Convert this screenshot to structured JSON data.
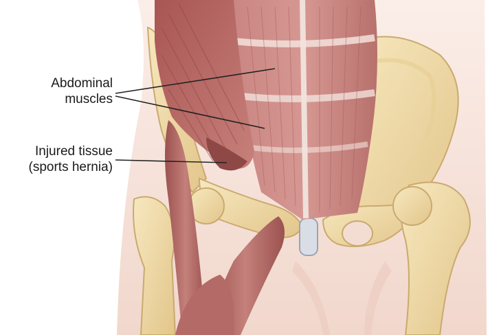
{
  "labels": {
    "abdominal_line1": "Abdominal",
    "abdominal_line2": "muscles",
    "injured_line1": "Injured tissue",
    "injured_line2": "(sports hernia)"
  },
  "colors": {
    "background": "#ffffff",
    "skin": "#f2dcd3",
    "muscle": "#b56a67",
    "muscle_dark": "#8e4846",
    "muscle_light": "#dcaaa4",
    "bone": "#f0dba6",
    "bone_shadow": "#c9aa6e",
    "cartilage": "#c7cfd9",
    "leader_line": "#222222",
    "label_text": "#1a1a1a"
  }
}
